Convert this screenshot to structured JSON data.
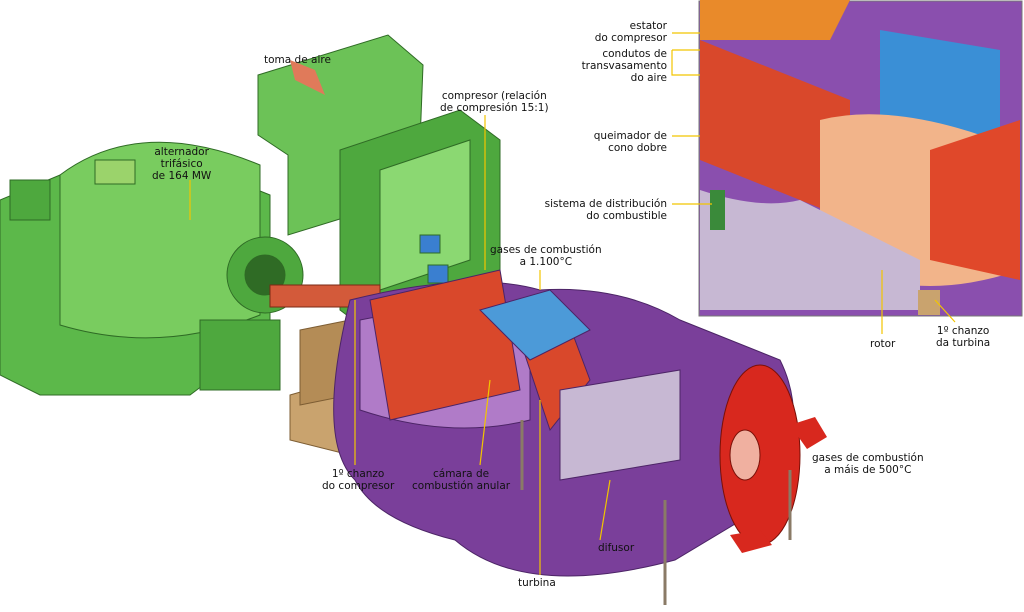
{
  "labels": {
    "air_intake": "toma de aire",
    "alternator": [
      "alternador",
      "trifásico",
      "de 164 MW"
    ],
    "compressor": [
      "compresor (relación",
      "de compresión 15:1)"
    ],
    "combustion_gases_hot": [
      "gases de combustión",
      "a 1.100°C"
    ],
    "compressor_first_stage": [
      "1º chanzo",
      "do compresor"
    ],
    "combustion_chamber": [
      "cámara de",
      "combustión anular"
    ],
    "turbine": "turbina",
    "diffuser": "difusor",
    "exhaust_gases": [
      "gases de combustión",
      "a máis de 500°C"
    ]
  },
  "inset": {
    "compressor_stator": [
      "estator",
      "do compresor"
    ],
    "air_transfer_ducts": [
      "condutos de",
      "transvasamento",
      "do aire"
    ],
    "double_cone_burner": [
      "queimador de",
      "cono dobre"
    ],
    "fuel_distribution": [
      "sistema de distribución",
      "do combustible"
    ],
    "rotor": "rotor",
    "turbine_first_stage": [
      "1º chanzo",
      "da turbina"
    ]
  },
  "colors": {
    "generator_green": "#5cb84a",
    "casing_purple": "#7a3f9a",
    "blades_red": "#d9482b",
    "exhaust_red": "#d8281e",
    "base_tan": "#c9a36e",
    "leader_yellow": "#f2c500"
  }
}
